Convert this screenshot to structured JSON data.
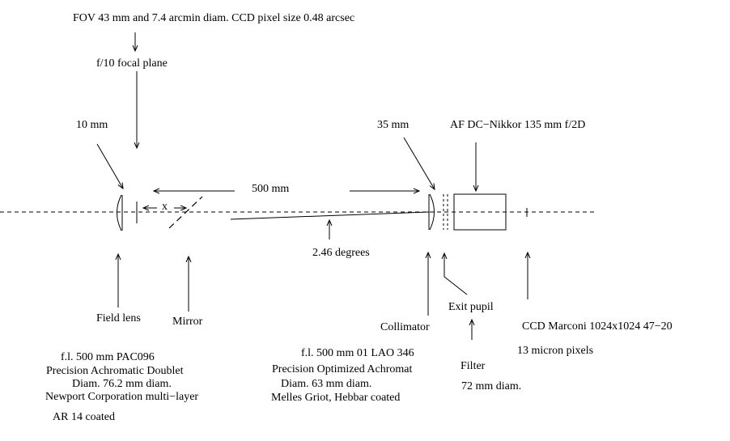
{
  "labels": {
    "fov": "FOV 43 mm and 7.4 arcmin diam. CCD pixel size 0.48 arcsec",
    "focal_plane": "f/10 focal plane",
    "ten_mm": "10 mm",
    "thirtyfive_mm": "35 mm",
    "nikkor": "AF DC−Nikkor 135 mm f/2D",
    "five_hundred_mm": "500 mm",
    "x": "x",
    "angle": "2.46 degrees",
    "exit_pupil": "Exit pupil",
    "field_lens": "Field lens",
    "mirror": "Mirror",
    "collimator": "Collimator",
    "ccd": "CCD Marconi 1024x1024 47−20",
    "ccd_pixels": "13 micron pixels",
    "filter": "Filter",
    "filter_diam": "72 mm diam.",
    "field_lens_spec": [
      "f.l. 500 mm PAC096",
      "Precision Achromatic Doublet",
      "Diam. 76.2 mm diam.",
      "Newport Corporation multi−layer",
      "AR 14 coated"
    ],
    "collimator_spec": [
      "f.l. 500 mm 01 LAO 346",
      "Precision Optimized Achromat",
      "Diam. 63 mm diam.",
      "Melles Griot, Hebbar coated"
    ]
  }
}
